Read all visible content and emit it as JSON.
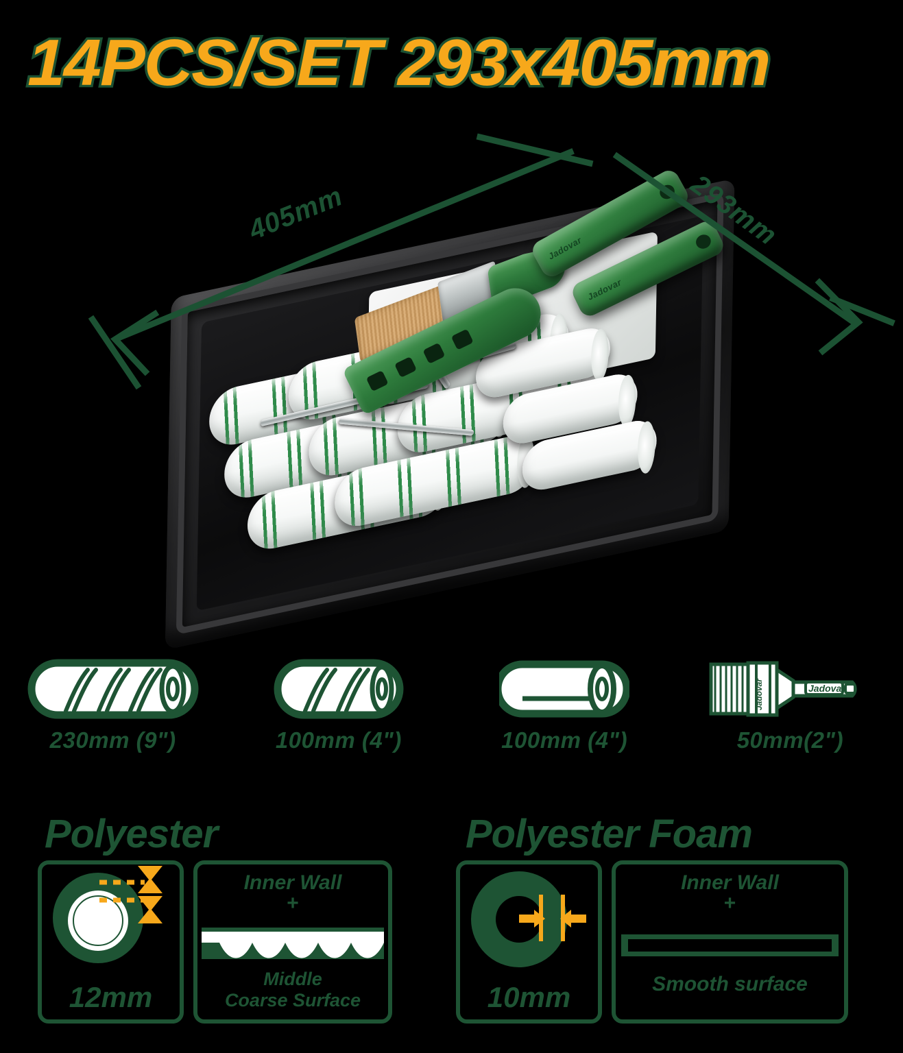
{
  "header": {
    "title": "14PCS/SET 293x405mm",
    "title_fill_color": "#F7A81B",
    "title_stroke_color": "#1C5233"
  },
  "product_photo": {
    "dimension_length_label": "405mm",
    "dimension_width_label": "293mm",
    "brand_on_tools": "Jadovar",
    "accent_green": "#1E5434"
  },
  "icon_row": {
    "items": [
      {
        "icon": "roller-striped-icon",
        "caption": "230mm (9\")"
      },
      {
        "icon": "roller-striped-icon",
        "caption": "100mm (4\")"
      },
      {
        "icon": "roller-foam-icon",
        "caption": "100mm (4\")"
      },
      {
        "icon": "paint-brush-icon",
        "caption": "50mm(2\")",
        "brand": "Jadovar"
      }
    ]
  },
  "specs": {
    "left": {
      "heading": "Polyester",
      "thickness_panel": {
        "icon": "roller-cross-section-icon",
        "value": "12mm"
      },
      "surface_panel": {
        "line1": "Inner Wall",
        "plus": "+",
        "texture": "wavy-band-icon",
        "line2": "Middle",
        "line3": "Coarse Surface"
      }
    },
    "right": {
      "heading": "Polyester Foam",
      "thickness_panel": {
        "icon": "foam-ring-cross-section-icon",
        "value": "10mm"
      },
      "surface_panel": {
        "line1": "Inner Wall",
        "plus": "+",
        "texture": "flat-band-icon",
        "line2": "Smooth surface"
      }
    }
  },
  "colors": {
    "background": "#000000",
    "green": "#1E5434",
    "orange": "#F7A81B",
    "white": "#FFFFFF"
  }
}
